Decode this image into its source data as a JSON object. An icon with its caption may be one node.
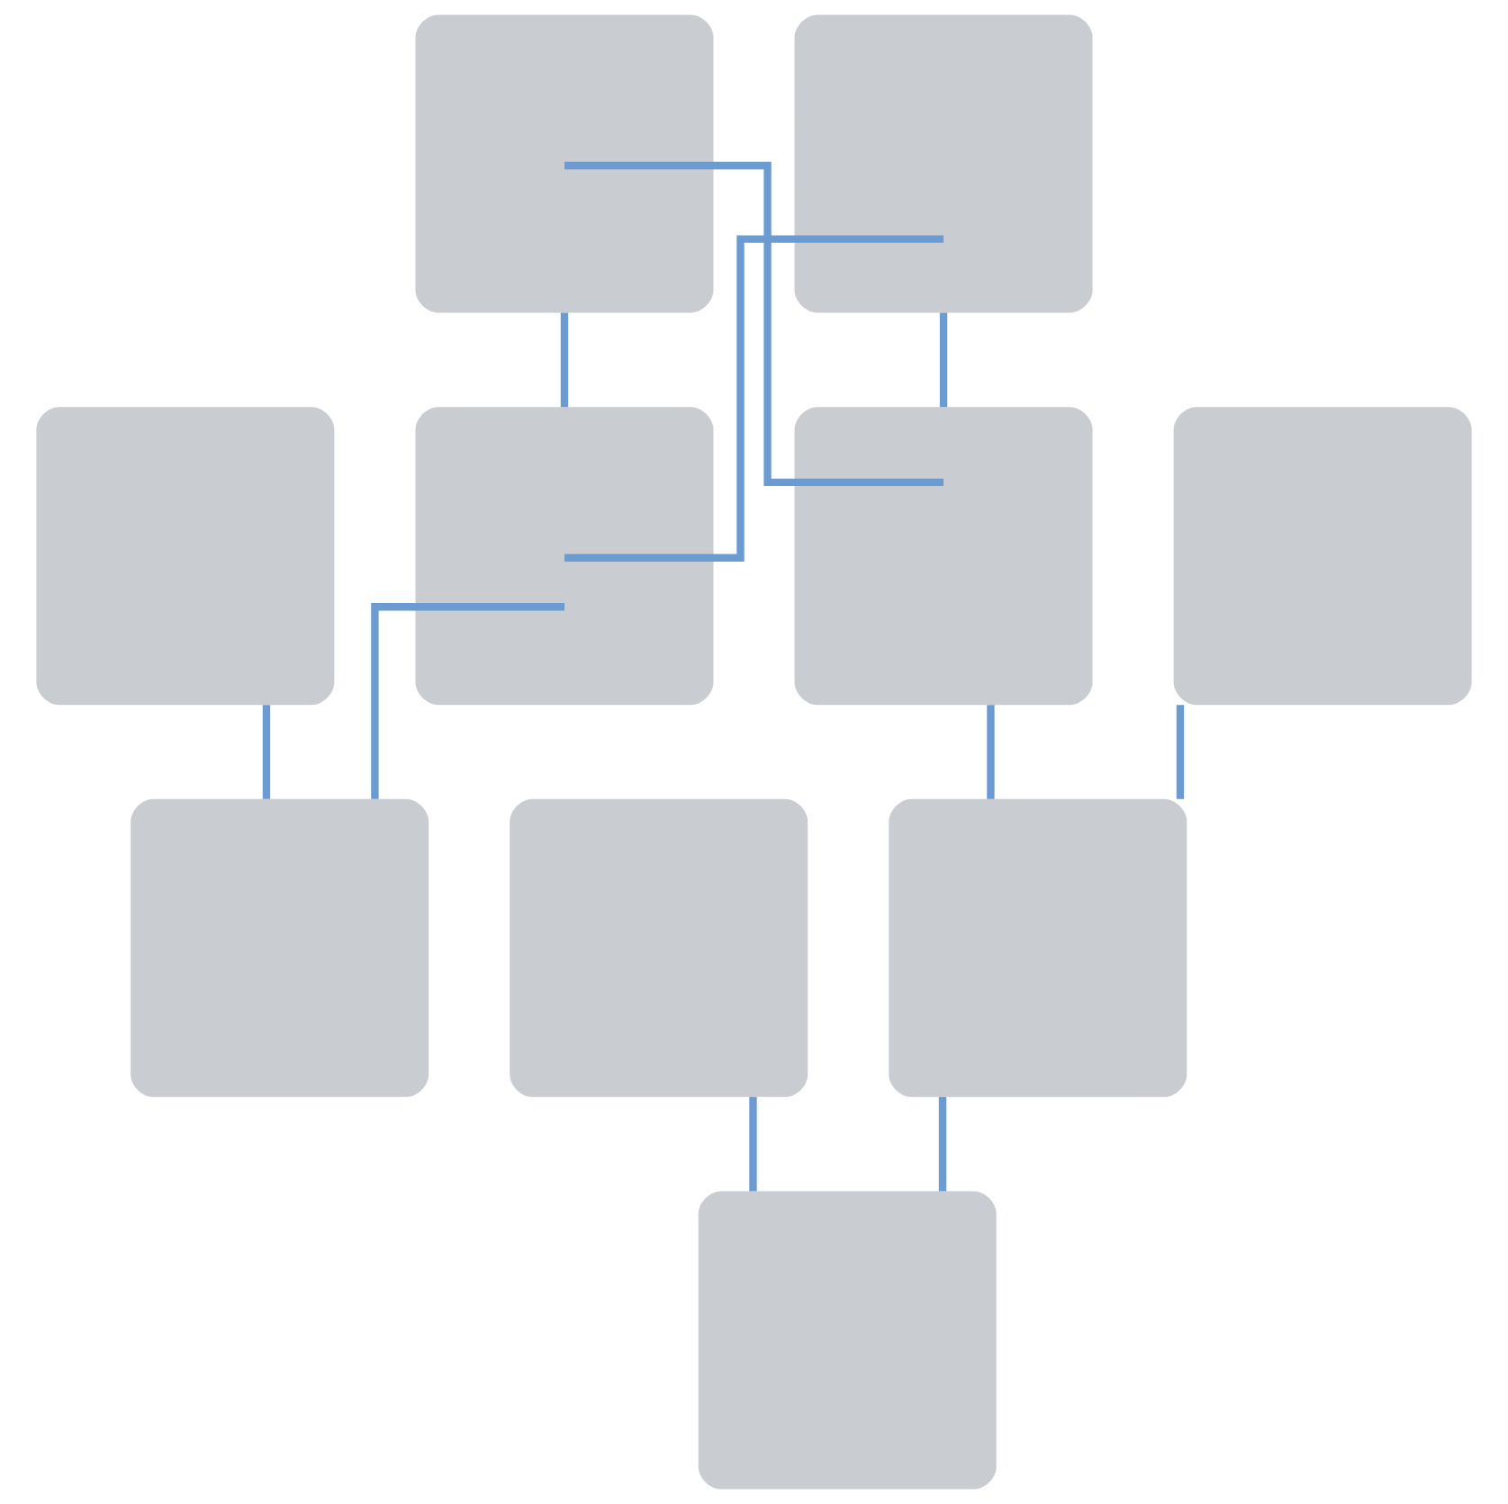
{
  "diagram": {
    "nodes": [
      {
        "text": [],
        "shape": "box"
      },
      {
        "text": [],
        "shape": "box"
      },
      {
        "text": [],
        "shape": "box"
      },
      {
        "text": [],
        "shape": "box"
      },
      {
        "text": [],
        "shape": "box"
      },
      {
        "text": [],
        "shape": "box"
      },
      {
        "text": [],
        "shape": "box"
      },
      {
        "text": [],
        "shape": "box"
      },
      {
        "text": [],
        "shape": "box"
      },
      {
        "text": [],
        "shape": "box"
      }
    ],
    "edges": [
      {
        "from": 0,
        "to": 3,
        "arrow": "none"
      },
      {
        "from": 0,
        "to": 4,
        "arrow": "none"
      },
      {
        "from": 1,
        "to": 3,
        "arrow": "none"
      },
      {
        "from": 1,
        "to": 4,
        "arrow": "none"
      },
      {
        "from": 2,
        "to": 6,
        "arrow": "none"
      },
      {
        "from": 3,
        "to": 6,
        "arrow": "none"
      },
      {
        "from": 4,
        "to": 8,
        "arrow": "none"
      },
      {
        "from": 5,
        "to": 8,
        "arrow": "none"
      },
      {
        "from": 7,
        "to": 9,
        "arrow": "none"
      },
      {
        "from": 8,
        "to": 9,
        "arrow": "none"
      }
    ]
  }
}
